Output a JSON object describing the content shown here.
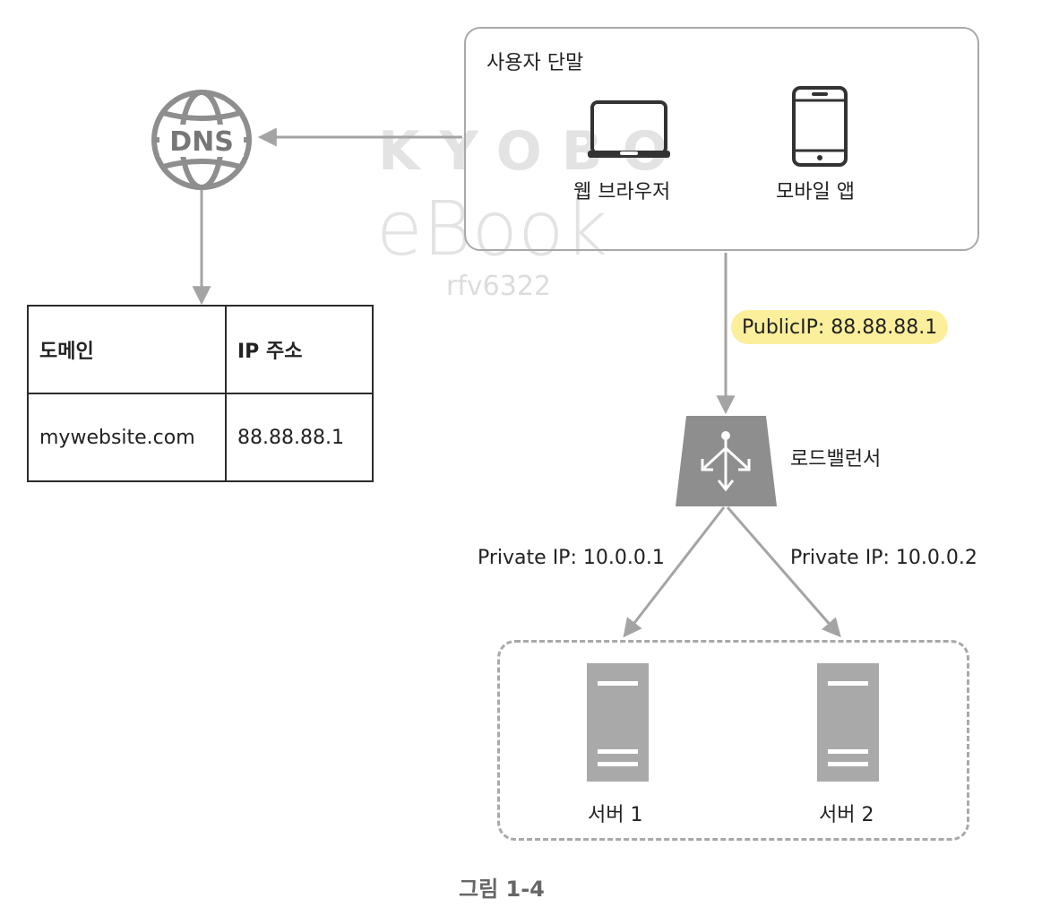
{
  "client": {
    "title": "사용자 단말",
    "browser_label": "웹 브라우저",
    "mobile_label": "모바일 앱"
  },
  "dns": {
    "icon_text": "DNS",
    "table": {
      "headers": [
        "도메인",
        "IP 주소"
      ],
      "rows": [
        [
          "mywebsite.com",
          "88.88.88.1"
        ]
      ]
    }
  },
  "load_balancer": {
    "label": "로드밸런서",
    "public_ip_label": "PublicIP: 88.88.88.1"
  },
  "servers": [
    {
      "label": "서버 1",
      "private_ip_label": "Private IP: 10.0.0.1"
    },
    {
      "label": "서버 2",
      "private_ip_label": "Private IP: 10.0.0.2"
    }
  ],
  "watermark": {
    "line1": "KYOBO",
    "line2": "eBook",
    "line3": "rfv6322"
  },
  "caption": "그림 1-4",
  "colors": {
    "arrow": "#a4a4a4",
    "icon": "#8e8e8e",
    "highlight": "#fbef9b",
    "table_border": "#2b2b2b"
  }
}
